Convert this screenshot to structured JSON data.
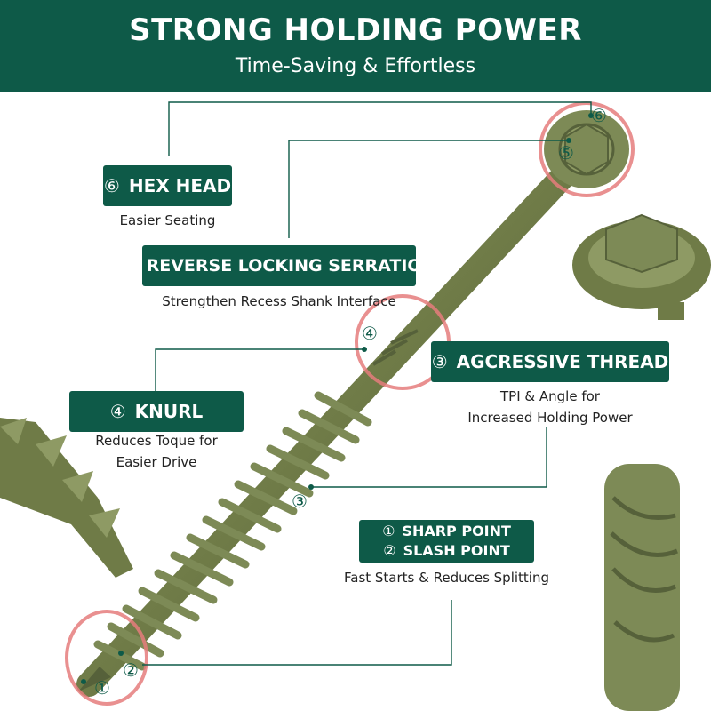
{
  "header": {
    "title": "STRONG HOLDING POWER",
    "subtitle": "Time-Saving & Effortless"
  },
  "features": {
    "hex_head": {
      "number": "⑥",
      "title": "HEX HEAD",
      "desc": "Easier Seating"
    },
    "serration": {
      "number": "⑤",
      "title": "REVERSE LOCKING SERRATION",
      "desc": "Strengthen Recess Shank Interface"
    },
    "thread": {
      "number": "③",
      "title": "AGCRESSIVE THREAD",
      "desc_line1": "TPI & Angle for",
      "desc_line2": "Increased Holding Power"
    },
    "knurl": {
      "number": "④",
      "title": "KNURL",
      "desc_line1": "Reduces Toque for",
      "desc_line2": "Easier Drive"
    },
    "point": {
      "line1_number": "①",
      "line1_title": "SHARP POINT",
      "line2_number": "②",
      "line2_title": "SLASH POINT",
      "desc": "Fast Starts & Reduces Splitting"
    }
  },
  "markers": {
    "m1": "①",
    "m2": "②",
    "m3": "③",
    "m4": "④",
    "m5": "⑤",
    "m6": "⑥"
  },
  "colors": {
    "banner": "#0e5a48",
    "screw": "#7d8a56",
    "highlight": "#e57c7c"
  }
}
